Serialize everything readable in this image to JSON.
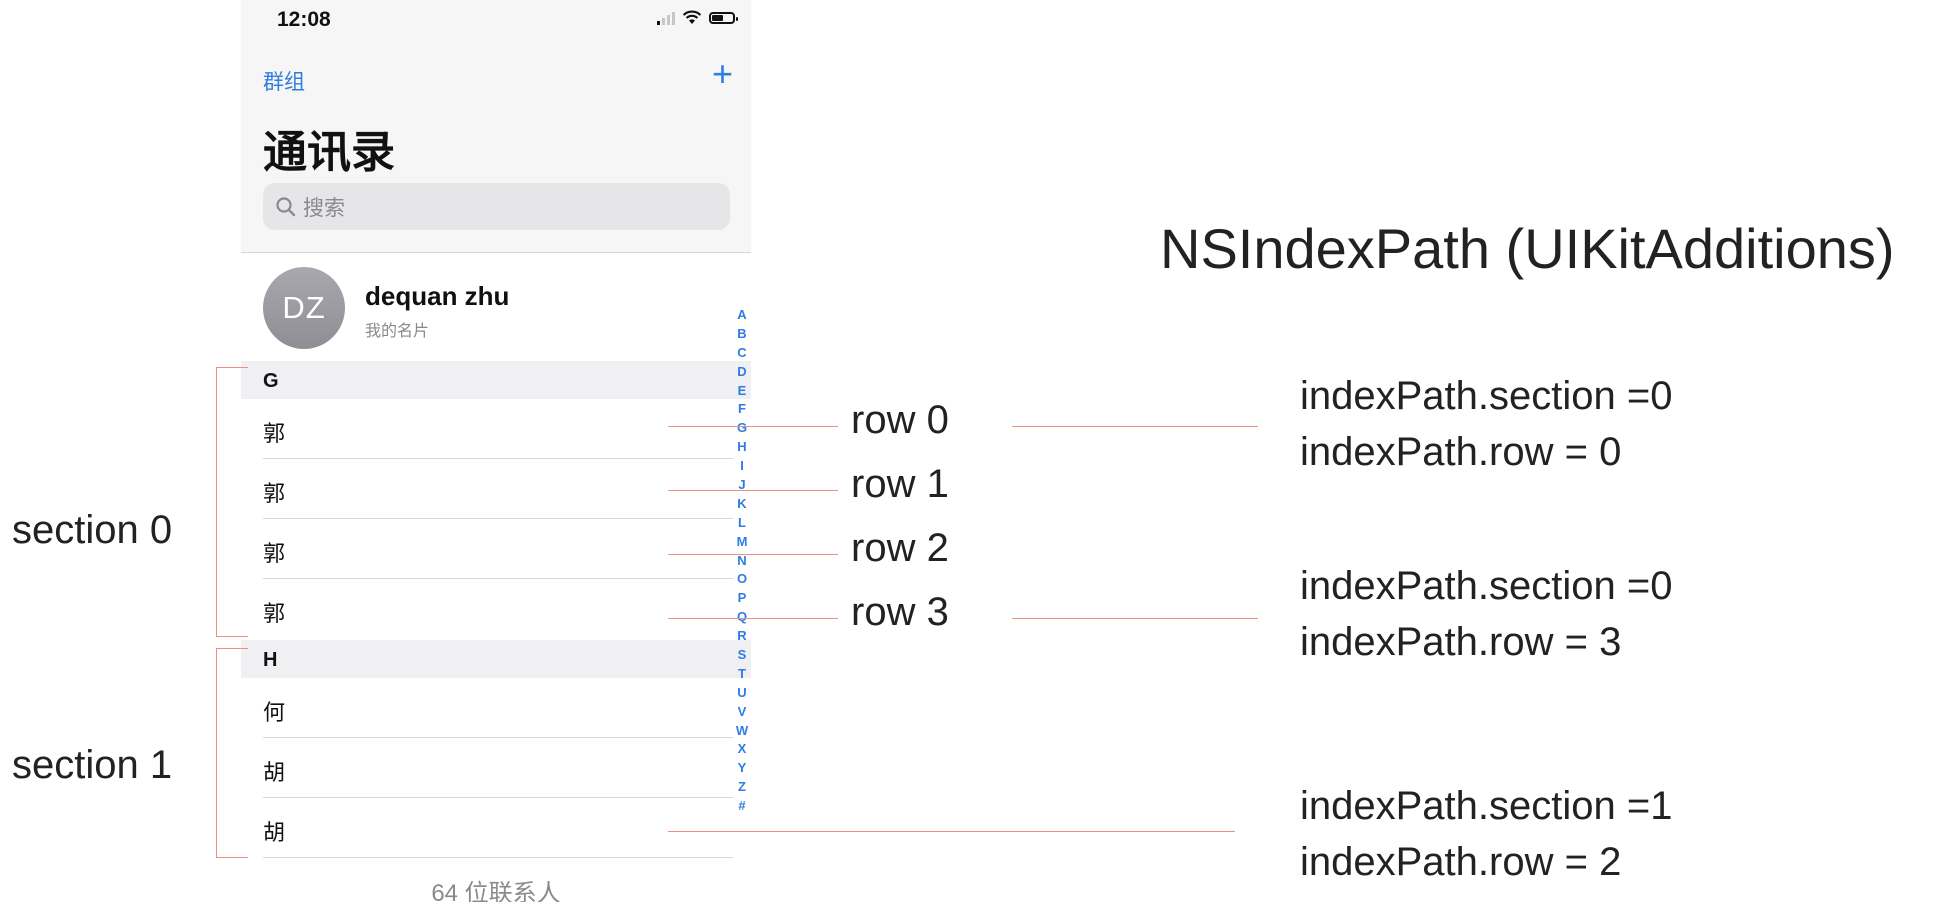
{
  "status_bar": {
    "time": "12:08"
  },
  "nav": {
    "groups_label": "群组",
    "add_label": "+"
  },
  "page_title": "通讯录",
  "search": {
    "placeholder": "搜索"
  },
  "my_card": {
    "initials": "DZ",
    "name": "dequan zhu",
    "subtitle": "我的名片"
  },
  "sections": [
    {
      "header": "G",
      "rows": [
        "郭",
        "郭",
        "郭",
        "郭"
      ]
    },
    {
      "header": "H",
      "rows": [
        "何",
        "胡",
        "胡"
      ]
    }
  ],
  "index_letters": [
    "A",
    "B",
    "C",
    "D",
    "E",
    "F",
    "G",
    "H",
    "I",
    "J",
    "K",
    "L",
    "M",
    "N",
    "O",
    "P",
    "Q",
    "R",
    "S",
    "T",
    "U",
    "V",
    "W",
    "X",
    "Y",
    "Z",
    "#"
  ],
  "footer": "64 位联系人",
  "annotations": {
    "title": "NSIndexPath (UIKitAdditions)",
    "section_labels": [
      "section 0",
      "section 1"
    ],
    "row_labels": [
      "row 0",
      "row 1",
      "row 2",
      "row 3"
    ],
    "info": [
      {
        "section": "indexPath.section =0",
        "row": "indexPath.row = 0"
      },
      {
        "section": "indexPath.section =0",
        "row": "indexPath.row = 3"
      },
      {
        "section": "indexPath.section =1",
        "row": "indexPath.row = 2"
      }
    ],
    "line_color": "#e8917f"
  },
  "colors": {
    "accent": "#2f7de1",
    "header_bg": "#f6f6f6",
    "section_bg": "#f0f0f2"
  }
}
